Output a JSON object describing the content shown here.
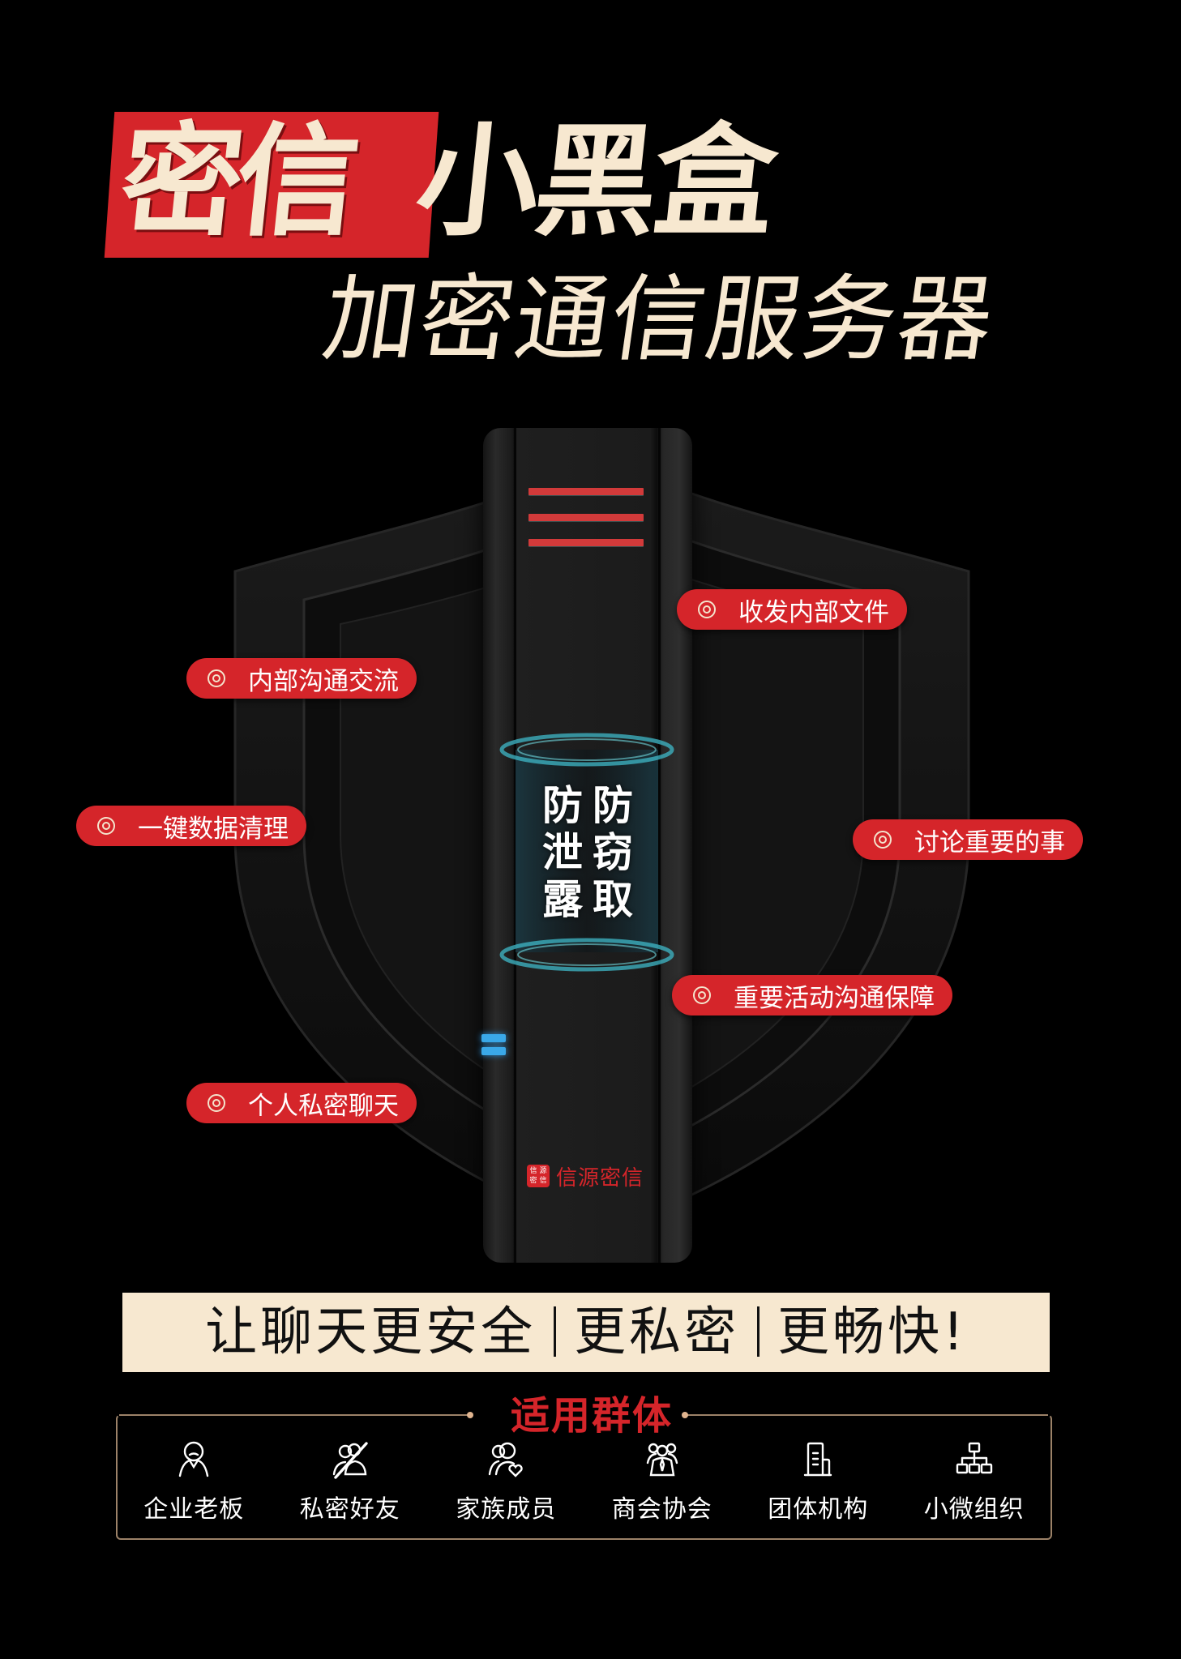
{
  "title": {
    "highlight": "密信",
    "main": "小黑盒",
    "subtitle": "加密通信服务器"
  },
  "device": {
    "hologram_left": [
      "防",
      "泄",
      "露"
    ],
    "hologram_right": [
      "防",
      "窃",
      "取"
    ],
    "brand_seal": [
      "信",
      "源",
      "密",
      "信"
    ],
    "brand_name": "信源密信"
  },
  "features": [
    {
      "label": "收发内部文件",
      "icon": "double-circle-icon"
    },
    {
      "label": "内部沟通交流",
      "icon": "double-circle-icon"
    },
    {
      "label": "一键数据清理",
      "icon": "double-circle-icon"
    },
    {
      "label": "讨论重要的事",
      "icon": "double-circle-icon"
    },
    {
      "label": "重要活动沟通保障",
      "icon": "double-circle-icon"
    },
    {
      "label": "个人私密聊天",
      "icon": "double-circle-icon"
    }
  ],
  "slogan": {
    "part1": "让聊天更安全",
    "part2": "更私密",
    "part3": "更畅快!"
  },
  "audience": {
    "title": "适用群体",
    "items": [
      {
        "label": "企业老板",
        "icon": "boss-icon"
      },
      {
        "label": "私密好友",
        "icon": "private-friends-icon"
      },
      {
        "label": "家族成员",
        "icon": "family-icon"
      },
      {
        "label": "商会协会",
        "icon": "association-icon"
      },
      {
        "label": "团体机构",
        "icon": "building-icon"
      },
      {
        "label": "小微组织",
        "icon": "org-chart-icon"
      }
    ]
  },
  "colors": {
    "accent_red": "#d5252a",
    "cream": "#f7e8d0",
    "background": "#000000",
    "border_gold": "#9c8268"
  }
}
